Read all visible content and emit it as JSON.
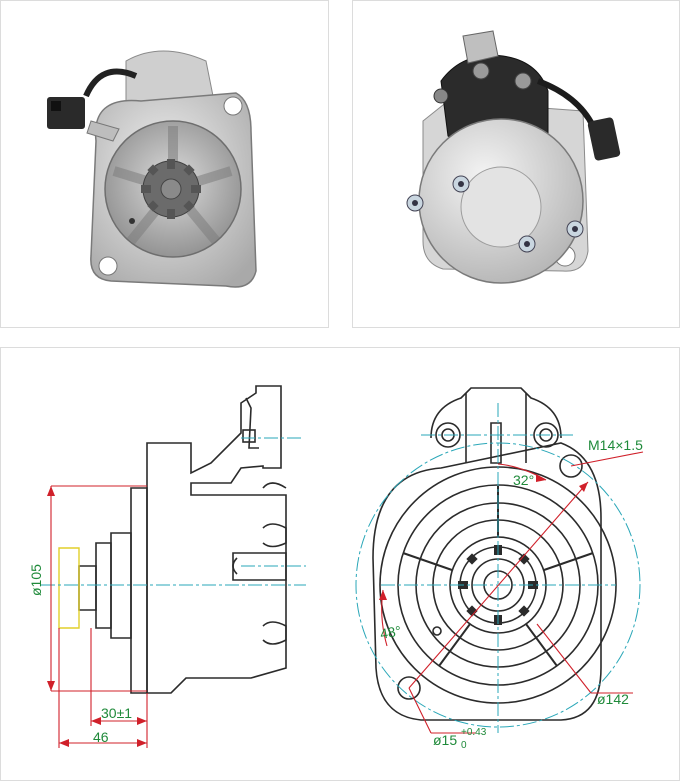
{
  "drawing": {
    "side_view": {
      "diameter_label": "ø105",
      "length_label": "30±1",
      "overall_label": "46"
    },
    "front_view": {
      "thread_label": "M14×1.5",
      "angle_label": "32°",
      "offset_label": "48°",
      "pcd_label": "ø142",
      "hole_label": "ø15",
      "hole_tol_upper": "+0.43",
      "hole_tol_lower": "0"
    }
  },
  "colors": {
    "line": "#2b2b2b",
    "dimension": "#1f8a3a",
    "leader": "#d0202a",
    "center": "#2aa7b8",
    "highlight": "#e2cf2a"
  }
}
